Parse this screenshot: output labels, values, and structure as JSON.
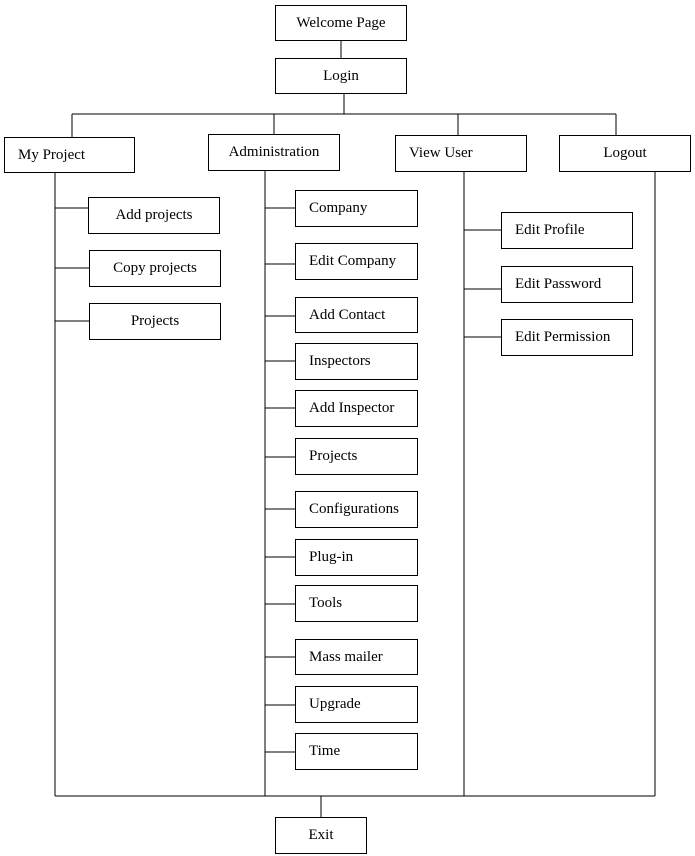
{
  "root": {
    "welcome": "Welcome Page",
    "login": "Login",
    "exit": "Exit"
  },
  "top_menu": [
    {
      "label": "My Project",
      "children": [
        "Add projects",
        "Copy projects",
        "Projects"
      ]
    },
    {
      "label": "Administration",
      "children": [
        "Company",
        "Edit Company",
        "Add Contact",
        "Inspectors",
        "Add Inspector",
        "Projects",
        "Configurations",
        "Plug-in",
        "Tools",
        "Mass mailer",
        "Upgrade",
        "Time"
      ]
    },
    {
      "label": "View User",
      "children": [
        "Edit Profile",
        "Edit Password",
        "Edit Permission"
      ]
    },
    {
      "label": "Logout",
      "children": []
    }
  ]
}
